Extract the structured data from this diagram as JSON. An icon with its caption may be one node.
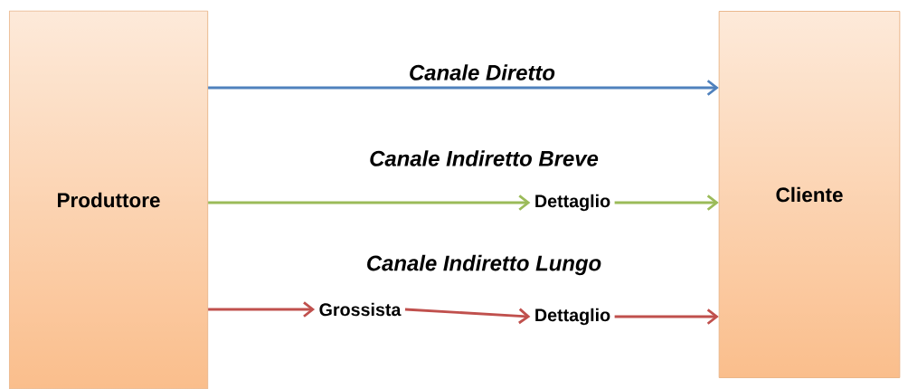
{
  "diagram": {
    "nodes": [
      {
        "text": [
          "Produttore"
        ]
      },
      {
        "text": [
          "Cliente"
        ]
      },
      {
        "text": [
          "Dettaglio"
        ]
      },
      {
        "text": [
          "Grossista"
        ]
      },
      {
        "text": [
          "Dettaglio"
        ]
      }
    ],
    "edges": [
      {
        "from": 0,
        "to": 1,
        "arrow": "to",
        "label": "Canale Diretto",
        "color": "#4f81bd"
      },
      {
        "from": 0,
        "to": 2,
        "arrow": "to",
        "color": "#9bbb59"
      },
      {
        "from": 2,
        "to": 1,
        "arrow": "to",
        "color": "#9bbb59"
      },
      {
        "from": 0,
        "to": 3,
        "arrow": "to",
        "color": "#c0504d"
      },
      {
        "from": 3,
        "to": 4,
        "arrow": "to",
        "color": "#c0504d"
      },
      {
        "from": 4,
        "to": 1,
        "arrow": "to",
        "color": "#c0504d"
      }
    ],
    "labels": [
      "Canale Indiretto Breve",
      "Canale Indiretto Lungo"
    ]
  }
}
